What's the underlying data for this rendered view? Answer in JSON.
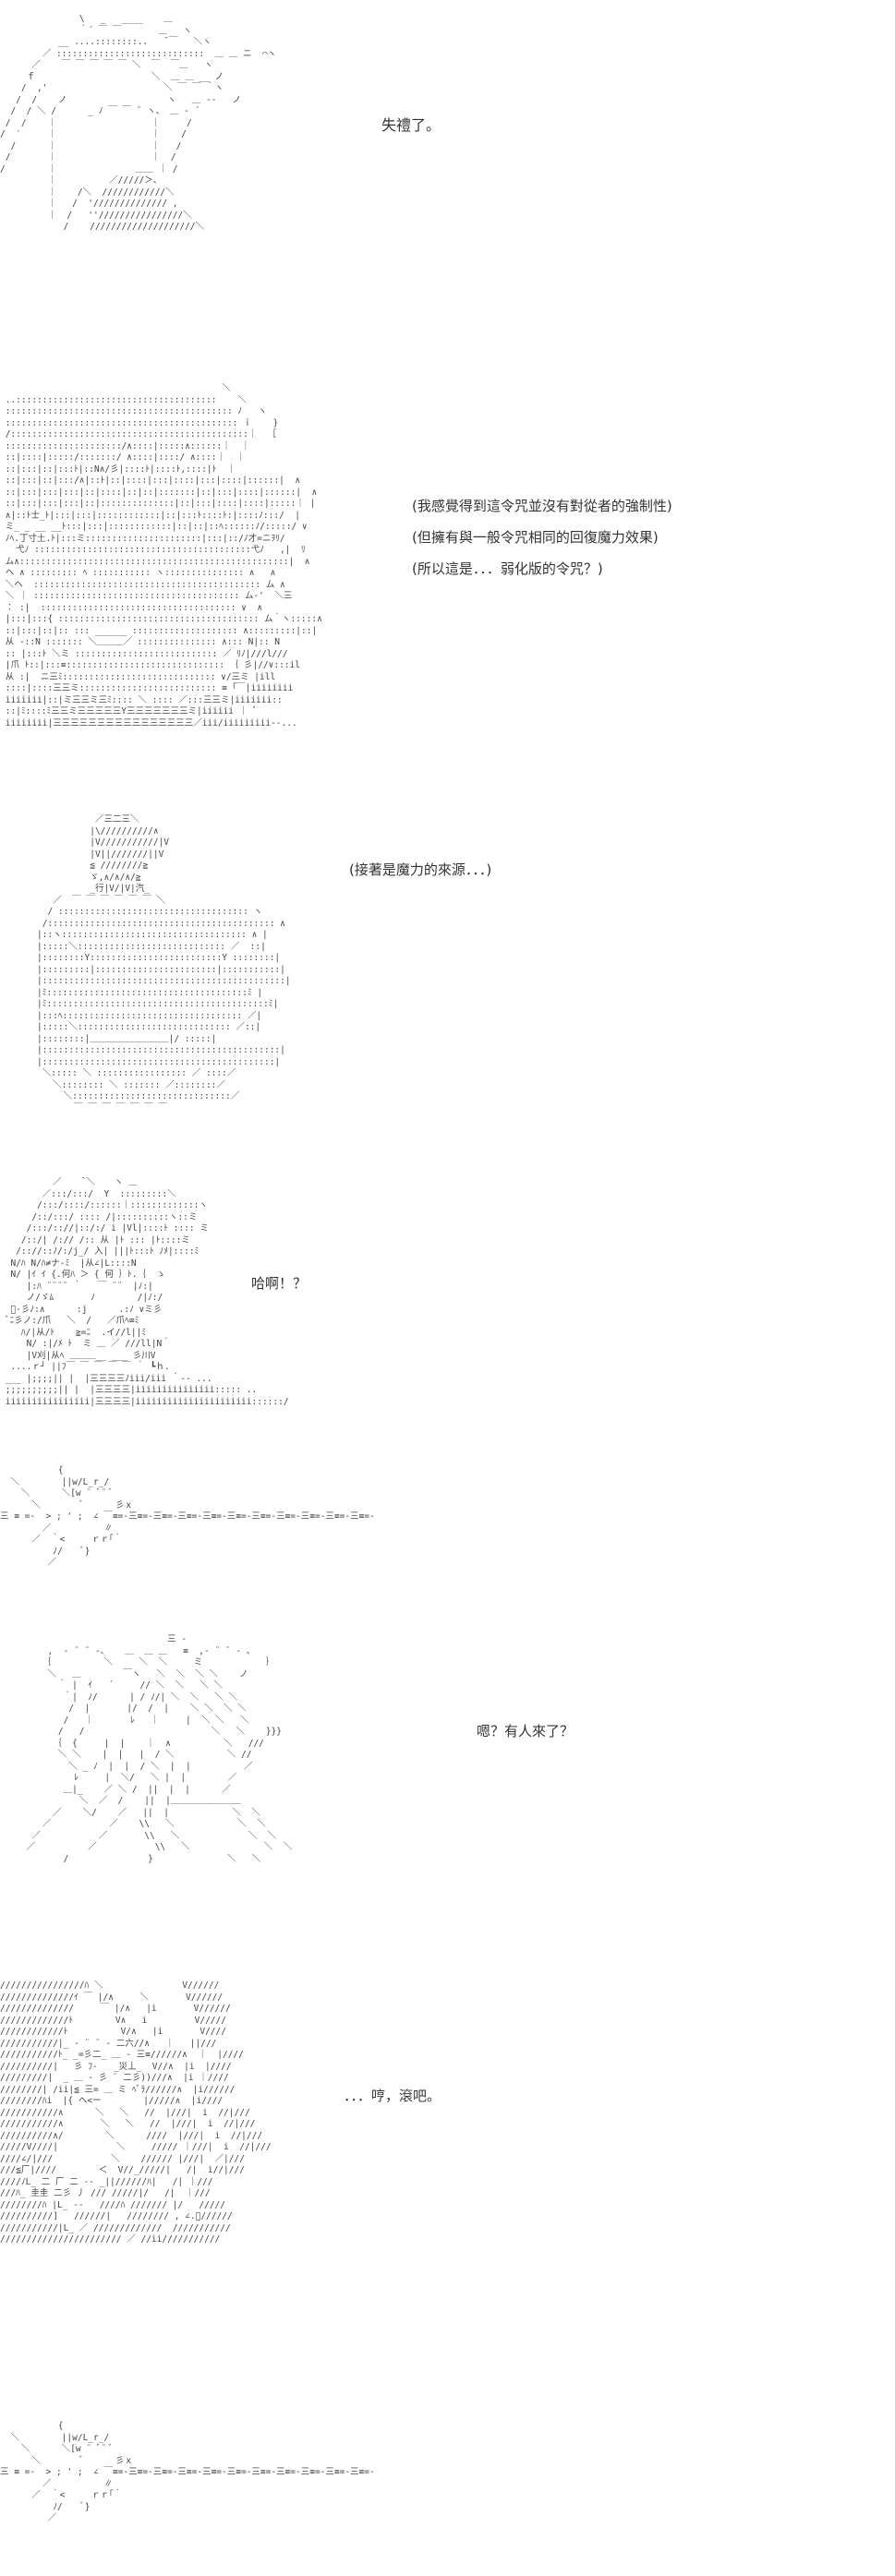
{
  "panels": [
    {
      "id": "p1",
      "lines": [
        "失禮了。"
      ]
    },
    {
      "id": "p2",
      "lines": [
        "(我感覺得到這令咒並沒有對從者的強制性)",
        "(但擁有與一般令咒相同的回復魔力效果)",
        "(所以這是．．．弱化版的令咒？)"
      ]
    },
    {
      "id": "p3",
      "lines": [
        "(接著是魔力的來源．．．)"
      ]
    },
    {
      "id": "p4",
      "lines": [
        "哈啊！？"
      ]
    },
    {
      "id": "p5",
      "lines": []
    },
    {
      "id": "p6",
      "lines": [
        "嗯？有人來了？"
      ]
    },
    {
      "id": "p7",
      "lines": [
        "．．．哼，滾吧。"
      ]
    },
    {
      "id": "p8",
      "lines": []
    }
  ],
  "colors": {
    "background": "#ffffff",
    "text": "#333333",
    "art": "#444444"
  }
}
